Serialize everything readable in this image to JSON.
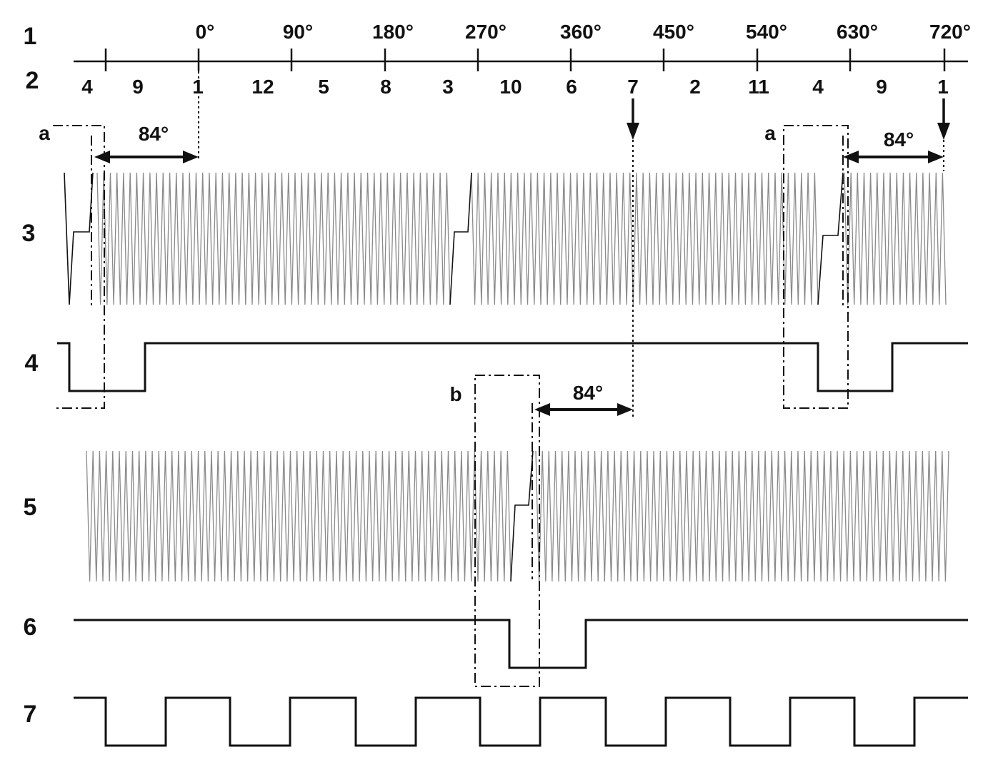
{
  "rows": [
    {
      "id": "1",
      "label": "1"
    },
    {
      "id": "2",
      "label": "2"
    },
    {
      "id": "3",
      "label": "3"
    },
    {
      "id": "4",
      "label": "4"
    },
    {
      "id": "5",
      "label": "5"
    },
    {
      "id": "6",
      "label": "6"
    },
    {
      "id": "7",
      "label": "7"
    }
  ],
  "crank_degrees": [
    {
      "label": "0°",
      "value": 0
    },
    {
      "label": "90°",
      "value": 90
    },
    {
      "label": "180°",
      "value": 180
    },
    {
      "label": "270°",
      "value": 270
    },
    {
      "label": "360°",
      "value": 360
    },
    {
      "label": "450°",
      "value": 450
    },
    {
      "label": "540°",
      "value": 540
    },
    {
      "label": "630°",
      "value": 630
    },
    {
      "label": "720°",
      "value": 720
    }
  ],
  "firing_order": [
    "4",
    "9",
    "1",
    "12",
    "5",
    "8",
    "3",
    "10",
    "6",
    "7",
    "2",
    "11",
    "4",
    "9",
    "1"
  ],
  "markers": {
    "a_left": "a",
    "a_right": "a",
    "b": "b"
  },
  "dimensions": {
    "a_left": "84°",
    "a_right": "84°",
    "b": "84°"
  },
  "colors": {
    "line": "#111111",
    "wave": "#8a8a8a",
    "background": "#ffffff"
  }
}
